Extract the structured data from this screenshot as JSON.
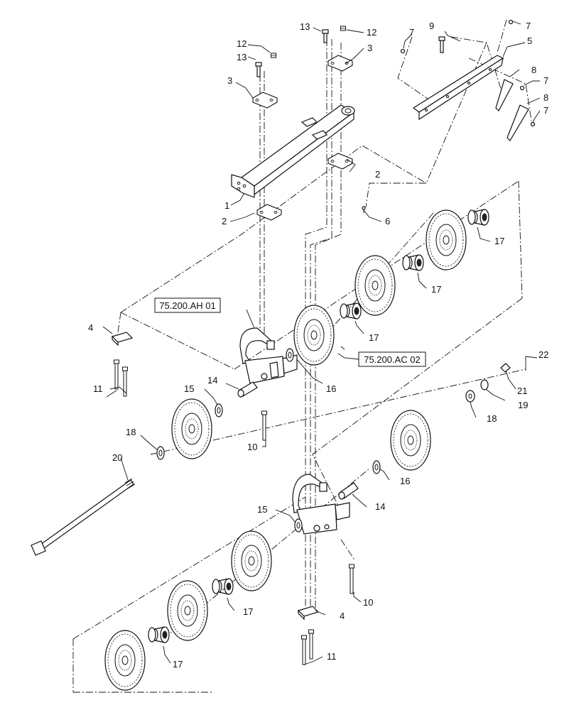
{
  "diagram": {
    "callouts": {
      "c1": "1",
      "c2a": "2",
      "c2b": "2",
      "c3a": "3",
      "c3b": "3",
      "c4a": "4",
      "c4b": "4",
      "c5": "5",
      "c6": "6",
      "c7a": "7",
      "c7b": "7",
      "c7c": "7",
      "c7d": "7",
      "c8a": "8",
      "c8b": "8",
      "c9": "9",
      "c10a": "10",
      "c10b": "10",
      "c11a": "11",
      "c11b": "11",
      "c12a": "12",
      "c12b": "12",
      "c13a": "13",
      "c13b": "13",
      "c14a": "14",
      "c14b": "14",
      "c15a": "15",
      "c15b": "15",
      "c16a": "16",
      "c16b": "16",
      "c17a": "17",
      "c17b": "17",
      "c17c": "17",
      "c17d": "17",
      "c17e": "17",
      "c18a": "18",
      "c18b": "18",
      "c19": "19",
      "c20": "20",
      "c21": "21",
      "c22": "22"
    },
    "references": {
      "ref_ah": "75.200.AH 01",
      "ref_ac": "75.200.AC 02"
    }
  }
}
